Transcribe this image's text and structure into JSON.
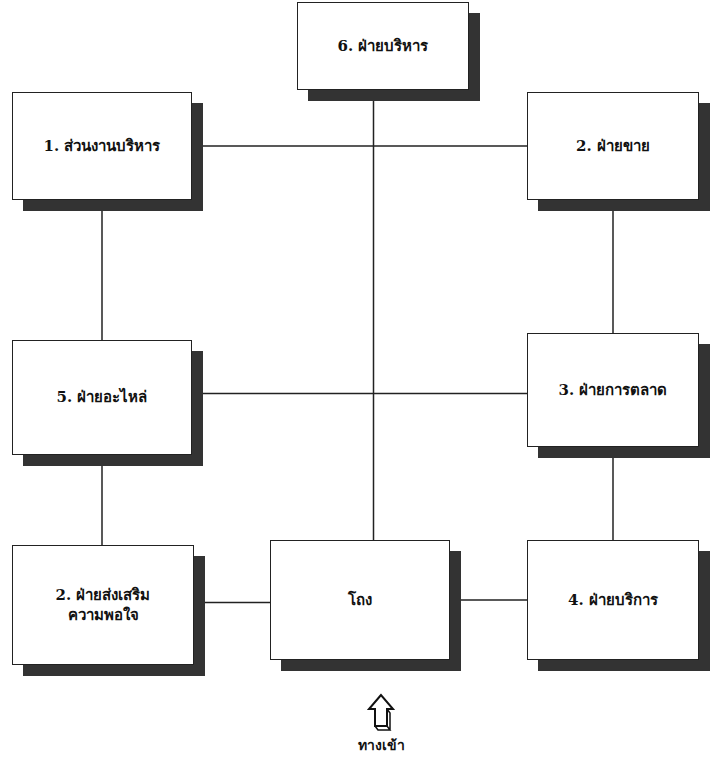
{
  "diagram": {
    "nodes": [
      {
        "text": [
          "6. ฝ่ายบริหาร"
        ]
      },
      {
        "text": [
          "1. ส่วนงานบริหาร"
        ]
      },
      {
        "text": [
          "2. ฝ่ายขาย"
        ]
      },
      {
        "text": [
          "5. ฝ่ายอะไหล่"
        ]
      },
      {
        "text": [
          "3. ฝ่ายการตลาด"
        ]
      },
      {
        "text": [
          "2. ฝ่ายส่งเสริม ความพอใจ"
        ]
      },
      {
        "text": [
          "โถง"
        ]
      },
      {
        "text": [
          "4. ฝ่ายบริการ"
        ]
      }
    ],
    "edges": [
      {
        "from": 0,
        "to": 6,
        "arrow": "none"
      },
      {
        "from": 1,
        "to": 2,
        "arrow": "none"
      },
      {
        "from": 1,
        "to": 3,
        "arrow": "none"
      },
      {
        "from": 2,
        "to": 4,
        "arrow": "none"
      },
      {
        "from": 3,
        "to": 4,
        "arrow": "none"
      },
      {
        "from": 3,
        "to": 5,
        "arrow": "none"
      },
      {
        "from": 4,
        "to": 7,
        "arrow": "none"
      },
      {
        "from": 5,
        "to": 6,
        "arrow": "none"
      },
      {
        "from": 6,
        "to": 7,
        "arrow": "none"
      }
    ],
    "labels": [
      "ทางเข้า"
    ]
  }
}
